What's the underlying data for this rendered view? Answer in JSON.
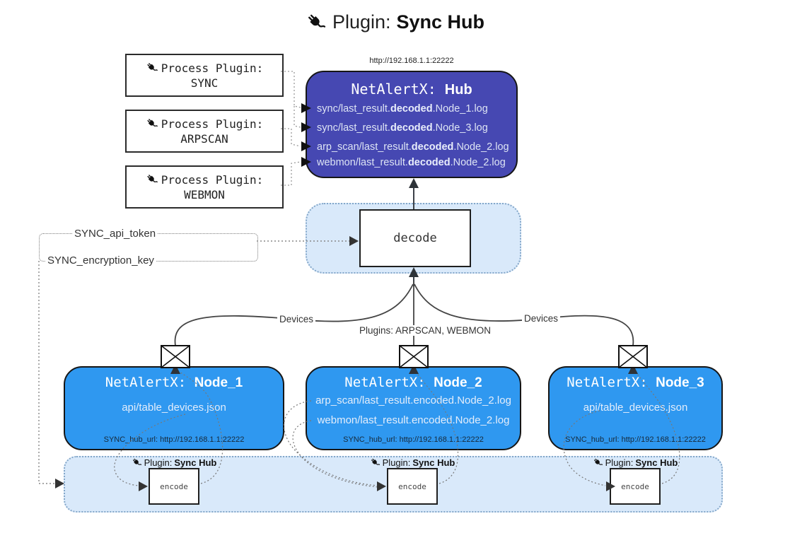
{
  "title": {
    "prefix": "Plugin: ",
    "bold": "Sync Hub"
  },
  "process_plugins": [
    {
      "label": "Process Plugin:",
      "name": "SYNC"
    },
    {
      "label": "Process Plugin:",
      "name": "ARPSCAN"
    },
    {
      "label": "Process Plugin:",
      "name": "WEBMON"
    }
  ],
  "hub": {
    "url": "http://192.168.1.1:22222",
    "title_prefix": "NetAlertX: ",
    "title_bold": "Hub",
    "lines": [
      {
        "prefix": "sync/last_result.",
        "bold": "decoded",
        "suffix": ".Node_1.log"
      },
      {
        "prefix": "sync/last_result.",
        "bold": "decoded",
        "suffix": ".Node_3.log"
      },
      {
        "prefix": "arp_scan/last_result.",
        "bold": "decoded",
        "suffix": ".Node_2.log"
      },
      {
        "prefix": "webmon/last_result.",
        "bold": "decoded",
        "suffix": ".Node_2.log"
      }
    ]
  },
  "decode_label": "decode",
  "secrets": {
    "api_token": "SYNC_api_token",
    "encryption_key": "SYNC_encryption_key"
  },
  "edge_labels": {
    "devices_left": "Devices",
    "plugins_mid": "Plugins: ARPSCAN, WEBMON",
    "devices_right": "Devices"
  },
  "nodes": [
    {
      "title_prefix": "NetAlertX: ",
      "title_bold": "Node_1",
      "lines": [
        "api/table_devices.json"
      ],
      "hub_url": "SYNC_hub_url: http://192.168.1.1:22222"
    },
    {
      "title_prefix": "NetAlertX: ",
      "title_bold": "Node_2",
      "lines": [
        "arp_scan/last_result.encoded.Node_2.log",
        "webmon/last_result.encoded.Node_2.log"
      ],
      "hub_url": "SYNC_hub_url: http://192.168.1.1:22222"
    },
    {
      "title_prefix": "NetAlertX: ",
      "title_bold": "Node_3",
      "lines": [
        "api/table_devices.json"
      ],
      "hub_url": "SYNC_hub_url: http://192.168.1.1:22222"
    }
  ],
  "encoders": [
    {
      "plugin_prefix": "Plugin: ",
      "plugin_bold": "Sync Hub",
      "label": "encode"
    },
    {
      "plugin_prefix": "Plugin: ",
      "plugin_bold": "Sync Hub",
      "label": "encode"
    },
    {
      "plugin_prefix": "Plugin: ",
      "plugin_bold": "Sync Hub",
      "label": "encode"
    }
  ],
  "colors": {
    "hub_fill": "#4648b2",
    "node_fill": "#2f98f0",
    "band_fill": "#d9e9fa",
    "band_border": "#84a7c9",
    "connector": "#444444"
  }
}
